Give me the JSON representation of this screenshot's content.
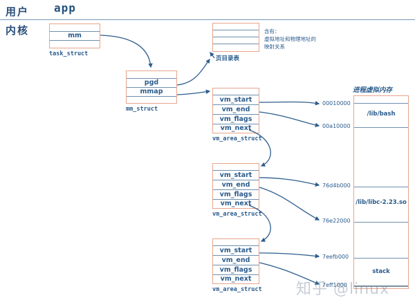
{
  "zones": {
    "user_label": "用户",
    "kernel_label": "内核",
    "app_title": "app"
  },
  "task_struct": {
    "caption": "task_struct",
    "rows": [
      "",
      "mm",
      ""
    ]
  },
  "mm_struct": {
    "caption": "mm_struct",
    "rows": [
      "",
      "pgd",
      "mmap",
      ""
    ]
  },
  "page_dir": {
    "caption": "页目录表",
    "rows": [
      "",
      "",
      "",
      ""
    ],
    "note": "含有：\n虚拟地址和物理地址的\n映射关系"
  },
  "vma_rows": [
    "",
    "vm_start",
    "vm_end",
    "vm_flags",
    "vm_next"
  ],
  "vmas": [
    {
      "caption": "vm_area_struct"
    },
    {
      "caption": "vm_area_struct"
    },
    {
      "caption": "vm_area_struct"
    }
  ],
  "addresses": [
    {
      "value": "00010000"
    },
    {
      "value": "00a10000"
    },
    {
      "value": "76d4b000"
    },
    {
      "value": "76e22000"
    },
    {
      "value": "7eefb000"
    },
    {
      "value": "7eff1000"
    }
  ],
  "virtual_memory": {
    "title": "进程虚拟内存",
    "segments": [
      {
        "label": "/lib/bash"
      },
      {
        "label": "/lib/libc-2.23.so"
      },
      {
        "label": "stack"
      }
    ]
  },
  "watermark": "知乎 @linux",
  "colors": {
    "box_border": "#e8a48b",
    "row_divider": "#6e8fae",
    "text_blue": "#2a5b8c",
    "arrow": "#2d5d8e"
  }
}
